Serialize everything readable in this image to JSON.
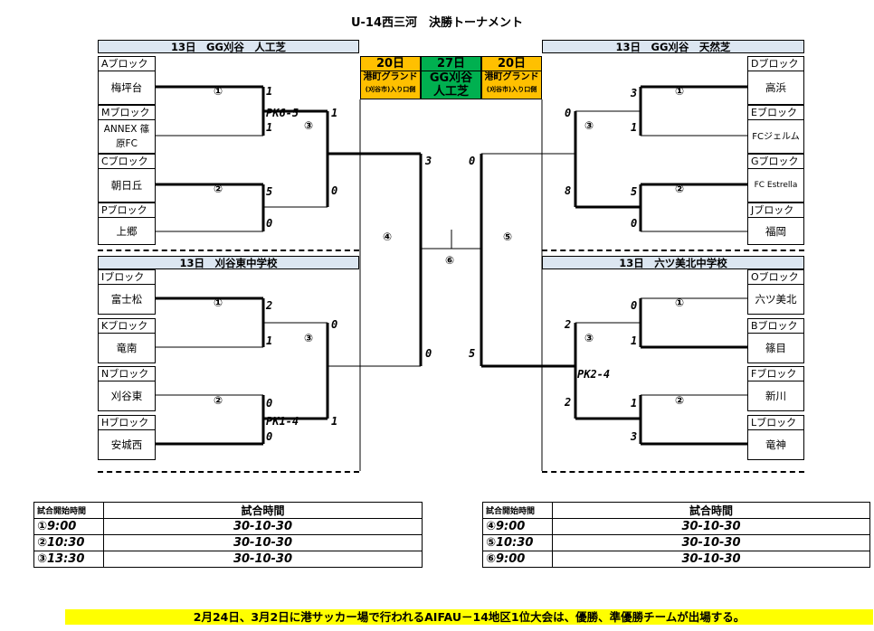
{
  "title": "U-14西三河　決勝トーナメント",
  "blocks": {
    "tl": "13日　GG刈谷　人工芝",
    "tr": "13日　GG刈谷　天然芝",
    "bl": "13日　刈谷東中学校",
    "br": "13日　六ツ美北中学校"
  },
  "venues": {
    "left": {
      "day": "20日",
      "name": "港町グランド",
      "sub": "(刈谷市)入り口側"
    },
    "center": {
      "day": "27日",
      "name1": "GG刈谷",
      "name2": "人工芝"
    },
    "right": {
      "day": "20日",
      "name": "港町グランド",
      "sub": "(刈谷市)入り口側"
    }
  },
  "teams_left": [
    {
      "block": "Aブロック",
      "name": "梅坪台"
    },
    {
      "block": "Mブロック",
      "name": "ANNEX 篠原FC"
    },
    {
      "block": "Cブロック",
      "name": "朝日丘"
    },
    {
      "block": "Pブロック",
      "name": "上郷"
    },
    {
      "block": "Iブロック",
      "name": "富士松"
    },
    {
      "block": "Kブロック",
      "name": "竜南"
    },
    {
      "block": "Nブロック",
      "name": "刈谷東"
    },
    {
      "block": "Hブロック",
      "name": "安城西"
    }
  ],
  "teams_right": [
    {
      "block": "Dブロック",
      "name": "高浜"
    },
    {
      "block": "Eブロック",
      "name": "FCジェルム"
    },
    {
      "block": "Gブロック",
      "name": "FC Estrella"
    },
    {
      "block": "Jブロック",
      "name": "福岡"
    },
    {
      "block": "Oブロック",
      "name": "六ツ美北"
    },
    {
      "block": "Bブロック",
      "name": "篠目"
    },
    {
      "block": "Fブロック",
      "name": "新川"
    },
    {
      "block": "Lブロック",
      "name": "竜神"
    }
  ],
  "match_labels": {
    "m1": "①",
    "m2": "②",
    "m3": "③",
    "m4": "④",
    "m5": "⑤",
    "m6": "⑥"
  },
  "scores": {
    "tl_a": "1",
    "tl_m": "1",
    "tl_pk": "PK6-5",
    "tl_c": "5",
    "tl_p": "0",
    "tl_r3a": "1",
    "tl_r3b": "0",
    "bl_i": "2",
    "bl_k": "1",
    "bl_n": "0",
    "bl_h": "0",
    "bl_pk": "PK1-4",
    "bl_r3a": "0",
    "bl_r3b": "1",
    "m4_top": "3",
    "m4_bot": "0",
    "tr_d": "3",
    "tr_e": "1",
    "tr_g": "5",
    "tr_j": "0",
    "tr_r3a": "0",
    "tr_r3b": "8",
    "br_o": "0",
    "br_b": "1",
    "br_f": "1",
    "br_l": "3",
    "br_r3a": "2",
    "br_r3b": "2",
    "br_pk": "PK2-4",
    "m5_top": "0",
    "m5_bot": "5"
  },
  "schedule_left": {
    "header_time": "試合開始時間",
    "header_dur": "試合時間",
    "rows": [
      {
        "time": "①9:00",
        "dur": "30-10-30"
      },
      {
        "time": "②10:30",
        "dur": "30-10-30"
      },
      {
        "time": "③13:30",
        "dur": "30-10-30"
      }
    ]
  },
  "schedule_right": {
    "header_time": "試合開始時間",
    "header_dur": "試合時間",
    "rows": [
      {
        "time": "④9:00",
        "dur": "30-10-30"
      },
      {
        "time": "⑤10:30",
        "dur": "30-10-30"
      },
      {
        "time": "⑥9:00",
        "dur": "30-10-30"
      }
    ]
  },
  "note": "2月24日、3月2日に港サッカー場で行われるAIFAU－14地区1位大会は、優勝、準優勝チームが出場する。",
  "colors": {
    "block_header": "#dce6f1",
    "venue_orange": "#ffc000",
    "venue_green": "#00b050",
    "note_yellow": "#ffff00"
  }
}
